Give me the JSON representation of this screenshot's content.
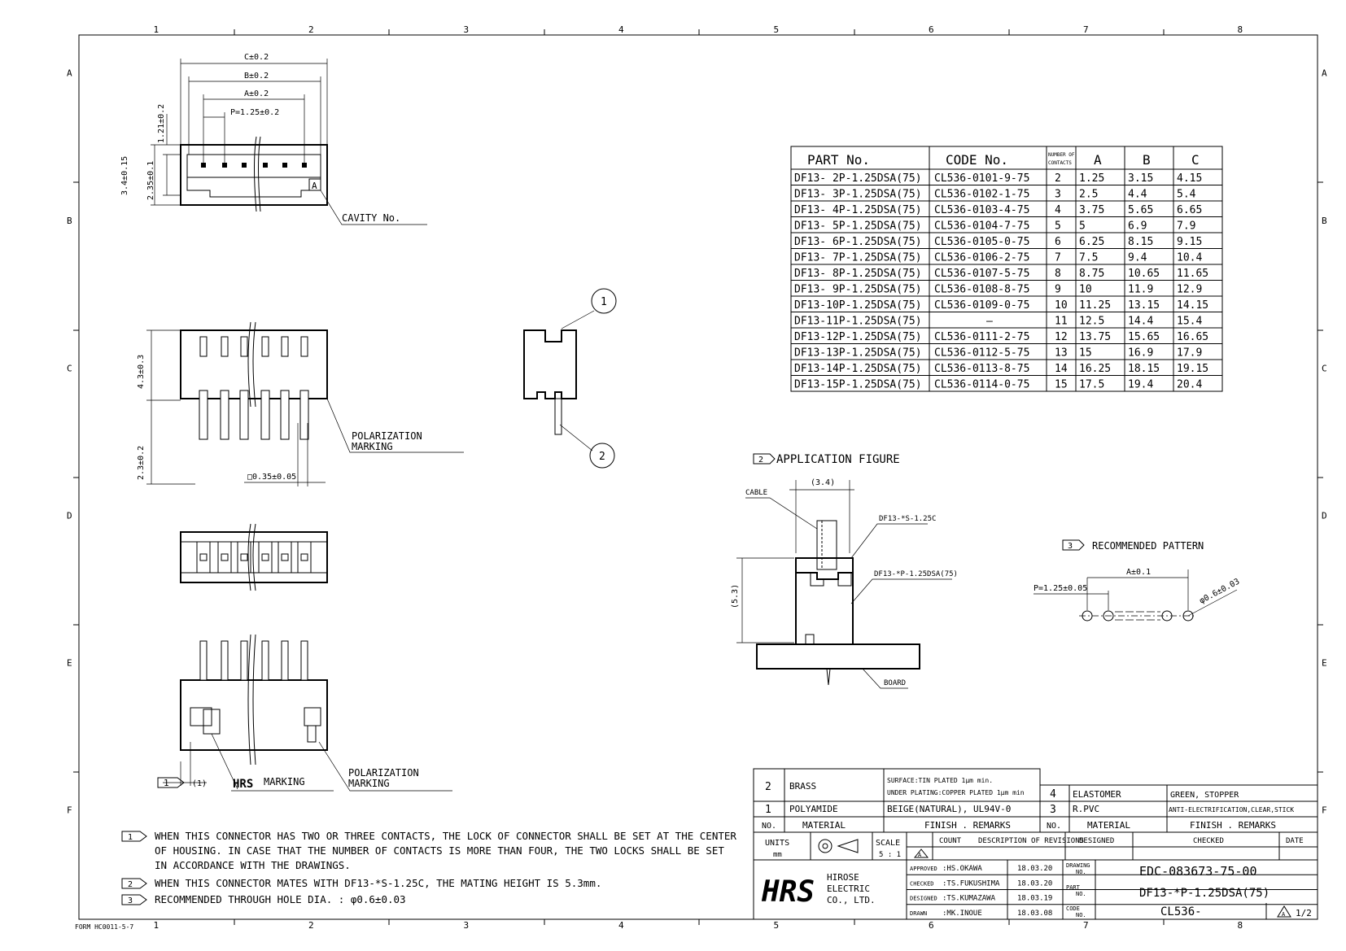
{
  "grid": {
    "cols": [
      "1",
      "2",
      "3",
      "4",
      "5",
      "6",
      "7",
      "8"
    ],
    "rows": [
      "A",
      "B",
      "C",
      "D",
      "E",
      "F"
    ]
  },
  "form_no": "FORM HC0011-5-7",
  "top_view": {
    "dim_c": "C±0.2",
    "dim_b": "B±0.2",
    "dim_a": "A±0.2",
    "pitch": "P=1.25±0.2",
    "h1": "1.21±0.2",
    "h2": "3.4±0.15",
    "h3": "2.35±0.1",
    "cavity_mark": "A",
    "cavity_label": "CAVITY No."
  },
  "front_view": {
    "h_upper": "4.3±0.3",
    "h_lower": "2.3±0.2",
    "pin_size": "□0.35±0.05",
    "polarization": [
      "POLARIZATION",
      "MARKING"
    ]
  },
  "side_view": {
    "callout1": "1",
    "callout2": "2"
  },
  "bottom_view": {
    "note_flag": "1",
    "dim_1": "(1)",
    "hrs_marking": "HRS",
    "marking": "MARKING",
    "polarization": [
      "POLARIZATION",
      "MARKING"
    ]
  },
  "table": {
    "headers": [
      "PART No.",
      "CODE No.",
      "NUMBER OF CONTACTS",
      "A",
      "B",
      "C"
    ],
    "rows": [
      [
        "DF13- 2P-1.25DSA(75)",
        "CL536-0101-9-75",
        "2",
        "1.25",
        "3.15",
        "4.15"
      ],
      [
        "DF13- 3P-1.25DSA(75)",
        "CL536-0102-1-75",
        "3",
        "2.5",
        "4.4",
        "5.4"
      ],
      [
        "DF13- 4P-1.25DSA(75)",
        "CL536-0103-4-75",
        "4",
        "3.75",
        "5.65",
        "6.65"
      ],
      [
        "DF13- 5P-1.25DSA(75)",
        "CL536-0104-7-75",
        "5",
        "5",
        "6.9",
        "7.9"
      ],
      [
        "DF13- 6P-1.25DSA(75)",
        "CL536-0105-0-75",
        "6",
        "6.25",
        "8.15",
        "9.15"
      ],
      [
        "DF13- 7P-1.25DSA(75)",
        "CL536-0106-2-75",
        "7",
        "7.5",
        "9.4",
        "10.4"
      ],
      [
        "DF13- 8P-1.25DSA(75)",
        "CL536-0107-5-75",
        "8",
        "8.75",
        "10.65",
        "11.65"
      ],
      [
        "DF13- 9P-1.25DSA(75)",
        "CL536-0108-8-75",
        "9",
        "10",
        "11.9",
        "12.9"
      ],
      [
        "DF13-10P-1.25DSA(75)",
        "CL536-0109-0-75",
        "10",
        "11.25",
        "13.15",
        "14.15"
      ],
      [
        "DF13-11P-1.25DSA(75)",
        "—",
        "11",
        "12.5",
        "14.4",
        "15.4"
      ],
      [
        "DF13-12P-1.25DSA(75)",
        "CL536-0111-2-75",
        "12",
        "13.75",
        "15.65",
        "16.65"
      ],
      [
        "DF13-13P-1.25DSA(75)",
        "CL536-0112-5-75",
        "13",
        "15",
        "16.9",
        "17.9"
      ],
      [
        "DF13-14P-1.25DSA(75)",
        "CL536-0113-8-75",
        "14",
        "16.25",
        "18.15",
        "19.15"
      ],
      [
        "DF13-15P-1.25DSA(75)",
        "CL536-0114-0-75",
        "15",
        "17.5",
        "19.4",
        "20.4"
      ]
    ]
  },
  "application": {
    "flag": "2",
    "title": "APPLICATION FIGURE",
    "width": "(3.4)",
    "height": "(5.3)",
    "cable": "CABLE",
    "socket": "DF13-*S-1.25C",
    "header": "DF13-*P-1.25DSA(75)",
    "board": "BOARD"
  },
  "pattern": {
    "flag": "3",
    "title": "RECOMMENDED PATTERN",
    "dim_a": "A±0.1",
    "pitch": "P=1.25±0.05",
    "hole": "φ0.6±0.03"
  },
  "notes": [
    {
      "flag": "1",
      "lines": [
        "WHEN THIS CONNECTOR HAS TWO OR THREE CONTACTS, THE LOCK OF CONNECTOR SHALL BE SET AT THE CENTER",
        "OF HOUSING. IN CASE THAT THE NUMBER OF CONTACTS IS MORE THAN FOUR, THE TWO LOCKS SHALL BE SET",
        "IN ACCORDANCE WITH THE DRAWINGS."
      ]
    },
    {
      "flag": "2",
      "lines": [
        "WHEN THIS CONNECTOR MATES WITH DF13-*S-1.25C, THE MATING HEIGHT IS 5.3mm."
      ]
    },
    {
      "flag": "3",
      "lines": [
        "RECOMMENDED THROUGH HOLE DIA. : φ0.6±0.03"
      ]
    }
  ],
  "materials": {
    "left": [
      {
        "no": "2",
        "material": "BRASS",
        "finish": [
          "SURFACE:TIN PLATED 1μm min.",
          "UNDER PLATING:COPPER PLATED 1μm min"
        ]
      },
      {
        "no": "1",
        "material": "POLYAMIDE",
        "finish": [
          "BEIGE(NATURAL), UL94V-0"
        ]
      }
    ],
    "right": [
      {
        "no": "4",
        "material": "ELASTOMER",
        "finish": "GREEN, STOPPER"
      },
      {
        "no": "3",
        "material": "R.PVC",
        "finish": "ANTI-ELECTRIFICATION,CLEAR,STICK"
      }
    ],
    "header": {
      "no": "NO.",
      "material": "MATERIAL",
      "finish": "FINISH . REMARKS"
    }
  },
  "title_block": {
    "units_label": "UNITS",
    "units": "mm",
    "scale_label": "SCALE",
    "scale": "5 : 1",
    "rev_mark": "A",
    "count": "COUNT",
    "desc": "DESCRIPTION OF REVISIONS",
    "designed": "DESIGNED",
    "checked": "CHECKED",
    "date": "DATE",
    "logo": "HRS",
    "company": [
      "HIROSE",
      "ELECTRIC",
      "CO., LTD."
    ],
    "approvals": [
      {
        "role": "APPROVED",
        "name": ":HS.OKAWA",
        "date": "18.03.20"
      },
      {
        "role": "CHECKED",
        "name": ":TS.FUKUSHIMA",
        "date": "18.03.20"
      },
      {
        "role": "DESIGNED",
        "name": ":TS.KUMAZAWA",
        "date": "18.03.19"
      },
      {
        "role": "DRAWN",
        "name": ":MK.INOUE",
        "date": "18.03.08"
      }
    ],
    "drawing_no_label": [
      "DRAWING",
      "NO."
    ],
    "drawing_no": "EDC-083673-75-00",
    "part_no_label": [
      "PART",
      "NO."
    ],
    "part_no": "DF13-*P-1.25DSA(75)",
    "code_no_label": [
      "CODE",
      "NO."
    ],
    "code_no": "CL536-",
    "sheet": "1/2"
  }
}
